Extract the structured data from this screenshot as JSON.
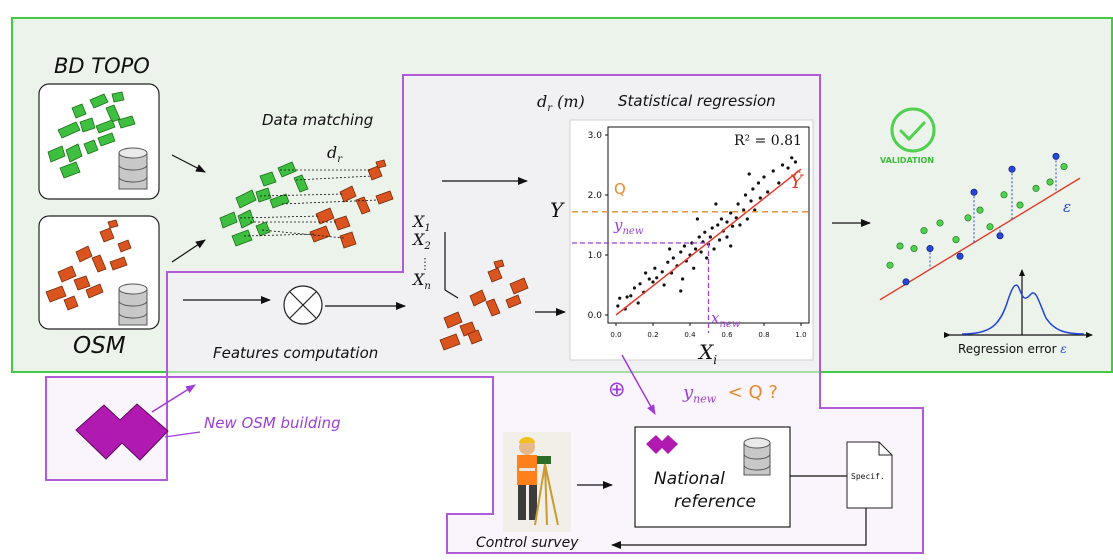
{
  "colors": {
    "green_frame": "#44c944",
    "green_fill": "#ecf3ea",
    "purple_frame": "#b25bd6",
    "purple_fill": "#f6edfa",
    "building_green": "#3fbf3f",
    "building_orange": "#d9541e",
    "regression_line": "#e53b2a",
    "threshold": "#e6892e",
    "annotation_purple": "#9a40d6",
    "point_green": "#4fd04f",
    "point_blue": "#2546d8",
    "new_building": "#b01ab0"
  },
  "labels": {
    "bd_topo": "BD TOPO",
    "osm": "OSM",
    "data_matching": "Data matching",
    "d_r_match": "d",
    "d_r_match_sub": "r",
    "features_computation": "Features computation",
    "x1": "X",
    "x1_sub": "1",
    "x2": "X",
    "x2_sub": "2",
    "xn": "X",
    "xn_sub": "n",
    "y_axis_var": "Y",
    "new_osm_building": "New OSM building",
    "national_reference_1": "National",
    "national_reference_2": "reference",
    "specif": "Specif.",
    "control_survey": "Control survey",
    "validation": "VALIDATION",
    "regression_error": "Regression error",
    "epsilon": "ε",
    "y_new_question_var": "y",
    "y_new_question_sub": "new",
    "y_new_question_rest": "< Q ?",
    "oplus": "⊕",
    "otimes": "⊗",
    "db_icon": "database-icon"
  },
  "chart_data": {
    "type": "scatter",
    "title": "Statistical regression",
    "ylabel": "d",
    "ylabel_sub": "r",
    "ylabel_unit": "(m)",
    "xlabel": "X",
    "xlabel_sub": "i",
    "r2_text": "R² = 0.81",
    "fit_label": "Ŷ",
    "threshold_label": "Q",
    "threshold_value": 1.72,
    "x_new_label": "x",
    "x_new_sub": "new",
    "y_new_label": "y",
    "y_new_sub": "new",
    "x_new": 0.5,
    "y_new": 1.2,
    "xlim": [
      0.0,
      1.0
    ],
    "ylim": [
      0.0,
      3.0
    ],
    "x_ticks": [
      "0.0",
      "0.2",
      "0.4",
      "0.6",
      "0.8",
      "1.0"
    ],
    "y_ticks": [
      "0.0",
      "1.0",
      "2.0",
      "3.0"
    ],
    "fit": {
      "slope": 2.43,
      "intercept": 0.0
    },
    "points": [
      [
        0.01,
        0.15
      ],
      [
        0.02,
        0.28
      ],
      [
        0.05,
        0.1
      ],
      [
        0.08,
        0.32
      ],
      [
        0.1,
        0.45
      ],
      [
        0.12,
        0.2
      ],
      [
        0.13,
        0.52
      ],
      [
        0.15,
        0.38
      ],
      [
        0.18,
        0.6
      ],
      [
        0.2,
        0.55
      ],
      [
        0.21,
        0.78
      ],
      [
        0.22,
        0.62
      ],
      [
        0.25,
        0.72
      ],
      [
        0.26,
        0.5
      ],
      [
        0.28,
        0.88
      ],
      [
        0.3,
        0.7
      ],
      [
        0.31,
        0.95
      ],
      [
        0.33,
        0.82
      ],
      [
        0.35,
        1.05
      ],
      [
        0.36,
        0.6
      ],
      [
        0.37,
        1.15
      ],
      [
        0.38,
        0.9
      ],
      [
        0.4,
        1.0
      ],
      [
        0.41,
        1.2
      ],
      [
        0.42,
        0.78
      ],
      [
        0.43,
        1.1
      ],
      [
        0.45,
        1.3
      ],
      [
        0.46,
        1.05
      ],
      [
        0.47,
        1.22
      ],
      [
        0.48,
        1.38
      ],
      [
        0.49,
        0.95
      ],
      [
        0.5,
        1.18
      ],
      [
        0.51,
        1.3
      ],
      [
        0.52,
        1.45
      ],
      [
        0.53,
        1.1
      ],
      [
        0.55,
        1.5
      ],
      [
        0.56,
        1.25
      ],
      [
        0.57,
        1.6
      ],
      [
        0.58,
        1.4
      ],
      [
        0.6,
        1.55
      ],
      [
        0.6,
        1.3
      ],
      [
        0.62,
        1.7
      ],
      [
        0.63,
        1.48
      ],
      [
        0.65,
        1.62
      ],
      [
        0.66,
        1.85
      ],
      [
        0.67,
        1.5
      ],
      [
        0.69,
        1.75
      ],
      [
        0.7,
        2.0
      ],
      [
        0.71,
        1.6
      ],
      [
        0.73,
        1.9
      ],
      [
        0.74,
        2.1
      ],
      [
        0.75,
        1.75
      ],
      [
        0.77,
        2.2
      ],
      [
        0.78,
        1.95
      ],
      [
        0.8,
        2.3
      ],
      [
        0.82,
        2.05
      ],
      [
        0.85,
        2.4
      ],
      [
        0.88,
        2.2
      ],
      [
        0.9,
        2.5
      ],
      [
        0.93,
        2.45
      ],
      [
        0.95,
        2.62
      ],
      [
        0.97,
        2.55
      ],
      [
        0.44,
        1.6
      ],
      [
        0.62,
        1.15
      ],
      [
        0.35,
        0.4
      ],
      [
        0.54,
        1.85
      ],
      [
        0.72,
        2.35
      ],
      [
        0.29,
        1.1
      ],
      [
        0.16,
        0.7
      ],
      [
        0.06,
        0.3
      ]
    ]
  },
  "validation_chart": {
    "green_points": [
      [
        0.05,
        0.35
      ],
      [
        0.1,
        0.5
      ],
      [
        0.17,
        0.48
      ],
      [
        0.22,
        0.62
      ],
      [
        0.3,
        0.68
      ],
      [
        0.38,
        0.55
      ],
      [
        0.44,
        0.72
      ],
      [
        0.5,
        0.78
      ],
      [
        0.55,
        0.65
      ],
      [
        0.62,
        0.9
      ],
      [
        0.7,
        0.82
      ],
      [
        0.78,
        0.95
      ],
      [
        0.85,
        1.0
      ],
      [
        0.92,
        1.12
      ]
    ],
    "blue_points": [
      [
        0.13,
        0.22
      ],
      [
        0.25,
        0.48
      ],
      [
        0.4,
        0.42
      ],
      [
        0.47,
        0.92
      ],
      [
        0.6,
        0.58
      ],
      [
        0.66,
        1.1
      ],
      [
        0.88,
        1.2
      ]
    ]
  }
}
